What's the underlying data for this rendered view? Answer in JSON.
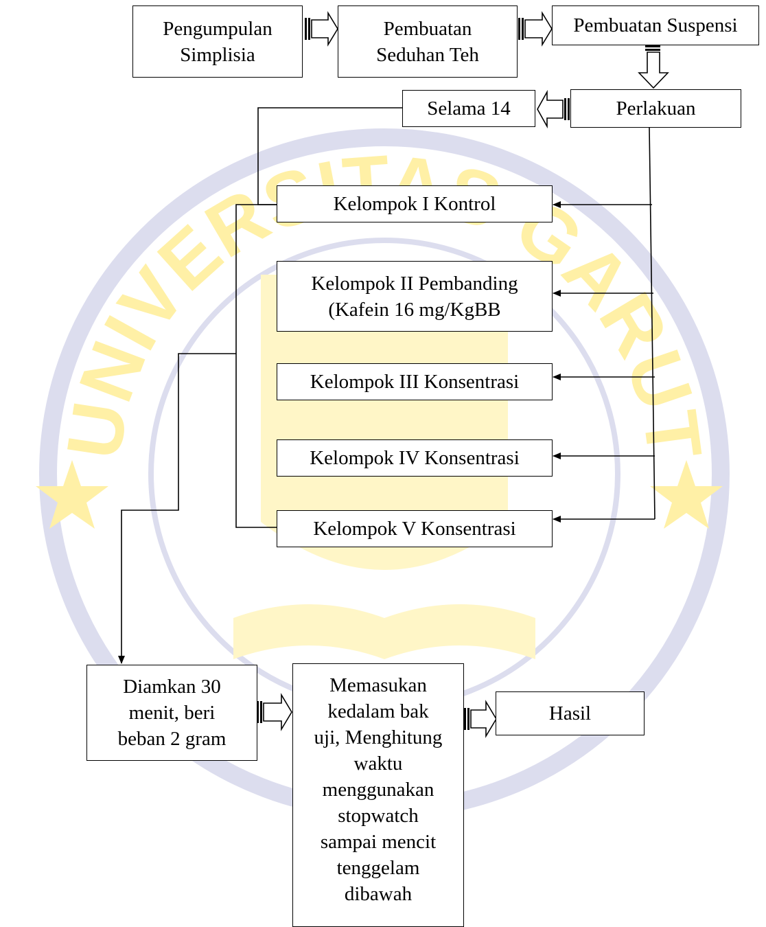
{
  "watermark": {
    "text": "UNIVERSITAS GARUT",
    "ring_color": "#dcddee",
    "text_color": "#fff0a6",
    "shield_color": "#fff6c7"
  },
  "nodes": {
    "pengumpulan": {
      "line1": "Pengumpulan",
      "line2": "Simplisia"
    },
    "pembuatan_teh": {
      "line1": "Pembuatan",
      "line2": "Seduhan Teh"
    },
    "pembuatan_suspensi": {
      "label": "Pembuatan Suspensi"
    },
    "perlakuan": {
      "label": "Perlakuan"
    },
    "selama": {
      "label": "Selama 14"
    },
    "kelompok_1": {
      "label": "Kelompok I Kontrol"
    },
    "kelompok_2": {
      "line1": "Kelompok II Pembanding",
      "line2": "(Kafein 16 mg/KgBB"
    },
    "kelompok_3": {
      "label": "Kelompok III Konsentrasi"
    },
    "kelompok_4": {
      "label": "Kelompok IV Konsentrasi"
    },
    "kelompok_5": {
      "label": "Kelompok V Konsentrasi"
    },
    "diamkan": {
      "lines": [
        "Diamkan 30",
        "menit, beri",
        "beban 2 gram"
      ]
    },
    "memasukan": {
      "lines": [
        "Memasukan",
        "kedalam bak",
        "uji, Menghitung",
        "waktu",
        "menggunakan",
        "stopwatch",
        "sampai mencit",
        "tenggelam",
        "dibawah"
      ]
    },
    "hasil": {
      "label": "Hasil"
    }
  }
}
